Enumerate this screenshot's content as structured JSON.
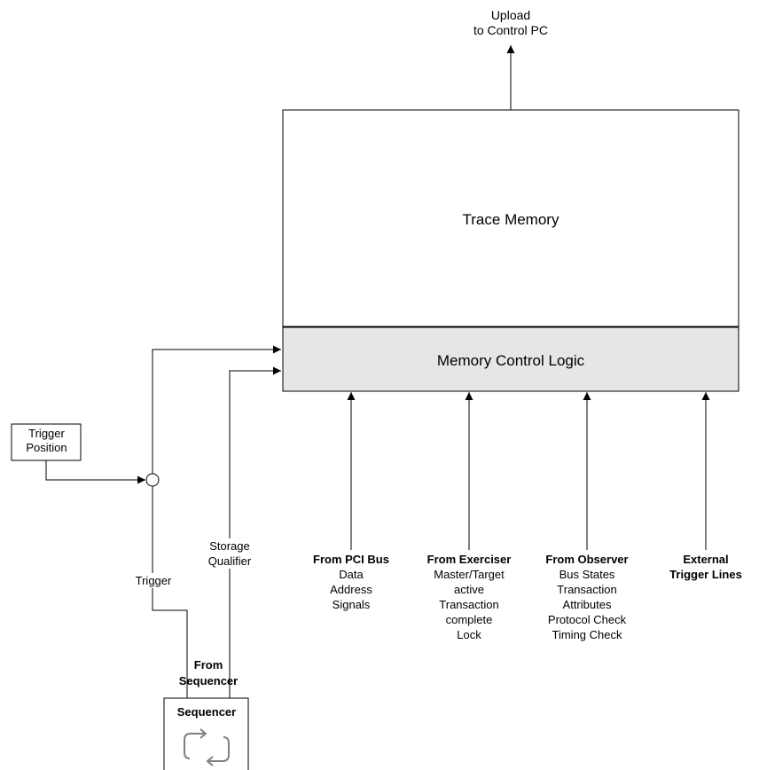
{
  "upload": {
    "line1": "Upload",
    "line2": "to Control PC"
  },
  "trace_memory": {
    "label": "Trace Memory"
  },
  "memory_control_logic": {
    "label": "Memory Control Logic",
    "fill": "#e6e6e6"
  },
  "trigger_position": {
    "line1": "Trigger",
    "line2": "Position"
  },
  "trigger": {
    "label": "Trigger"
  },
  "storage_qualifier": {
    "line1": "Storage",
    "line2": "Qualifier"
  },
  "from_sequencer": {
    "line1": "From",
    "line2": "Sequencer"
  },
  "sequencer": {
    "label": "Sequencer",
    "icon": "cycle-arrows-icon"
  },
  "inputs": [
    {
      "title": "From PCI Bus",
      "lines": [
        "Data",
        "Address",
        "Signals"
      ]
    },
    {
      "title": "From Exerciser",
      "lines": [
        "Master/Target",
        "active",
        "Transaction",
        "complete",
        "Lock"
      ]
    },
    {
      "title": "From Observer",
      "lines": [
        "Bus States",
        "Transaction",
        "Attributes",
        "Protocol Check",
        "Timing Check"
      ]
    },
    {
      "title_line1": "External",
      "title_line2": "Trigger Lines"
    }
  ]
}
